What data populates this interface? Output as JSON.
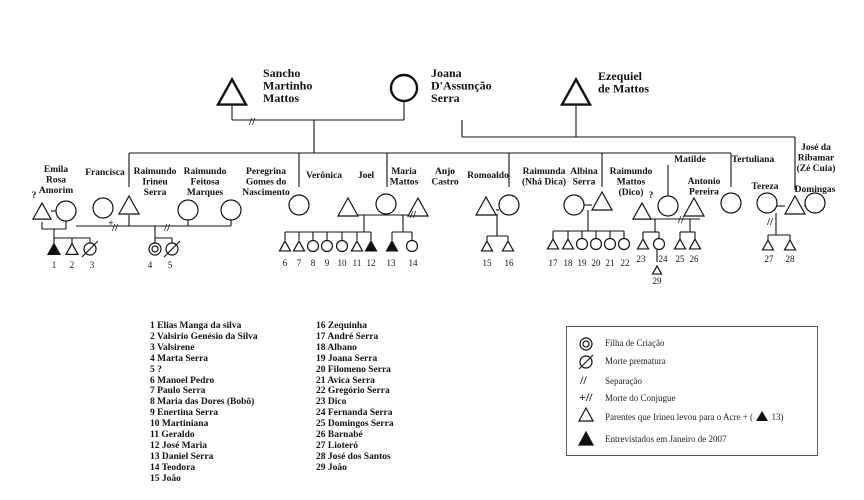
{
  "people": {
    "sancho": [
      "Sancho",
      "Martinho",
      "Mattos"
    ],
    "joana": [
      "Joana",
      "D'Assunção",
      "Serra"
    ],
    "ezequiel": [
      "Ezequiel",
      "de Mattos"
    ],
    "emila": [
      "Emila",
      "Rosa",
      "Amorim"
    ],
    "francisca": "Francisca",
    "raimundo_irineu": [
      "Raimundo",
      "Irineu",
      "Serra"
    ],
    "raimundo_feitosa": [
      "Raimundo",
      "Feitosa",
      "Marques"
    ],
    "peregrina": [
      "Peregrina",
      "Gomes do",
      "Nascimento"
    ],
    "veronica": "Verônica",
    "joel": "Joel",
    "maria_mattos": [
      "Maria",
      "Mattos"
    ],
    "anjo_castro": [
      "Anjo",
      "Castro"
    ],
    "romoaldo": "Romoaldo",
    "raimunda_nha_dica": [
      "Raimunda",
      "(Nhá Dica)"
    ],
    "albina": [
      "Albina",
      "Serra"
    ],
    "raimundo_dico": [
      "Raimundo",
      "Mattos",
      "(Dico)"
    ],
    "matilde": "Matilde",
    "antonio": [
      "Antonio",
      "Pereira"
    ],
    "tertuliana": "Tertuliana",
    "jose_ribamar": [
      "José da",
      "Ribamar",
      "(Zé Cuia)"
    ],
    "tereza": "Tereza",
    "domingas": "Domingas",
    "question_mark": "?",
    "plus_mark": "+"
  },
  "child_numbers": [
    "1",
    "2",
    "3",
    "4",
    "5",
    "6",
    "7",
    "8",
    "9",
    "10",
    "11",
    "12",
    "13",
    "14",
    "15",
    "16",
    "17",
    "18",
    "19",
    "20",
    "21",
    "22",
    "23",
    "24",
    "25",
    "26",
    "27",
    "28",
    "29"
  ],
  "list_left": [
    "1 Elias Manga da silva",
    "2 Valsirio Genésio da Silva",
    "3 Valsirene",
    "4 Marta Serra",
    "5 ?",
    "6 Manoel Pedro",
    "7 Paulo Serra",
    "8 Maria das Dores (Bobô)",
    "9 Enertina Serra",
    "10 Martiniana",
    "11 Geraldo",
    "12 José Maria",
    "13 Daniel Serra",
    "14 Teodora",
    "15 João"
  ],
  "list_right": [
    "16 Zequinha",
    "17 André Serra",
    "18 Albano",
    "19 Joana Serra",
    "20 Filomeno Serra",
    "21 Avica Serra",
    "22 Gregório Serra",
    "23 Dico",
    "24 Fernanda Serra",
    "25 Domingos Serra",
    "26 Barnabé",
    "27 Lioteró",
    "28 José dos Santos",
    "29 João"
  ],
  "legend": {
    "filha_de_criacao": "Filha de Criação",
    "morte_prematura": "Morte prematura",
    "separacao": "Separação",
    "morte_do_conjugue": "Morte do Conjugue",
    "parentes_prefix": "Parentes que Irineu levou para o Acre + (",
    "parentes_suffix": "13)",
    "entrevistados": "Entrevistados em Janeiro de 2007"
  },
  "colors": {
    "ink": "#111111",
    "box_border": "#555555"
  }
}
